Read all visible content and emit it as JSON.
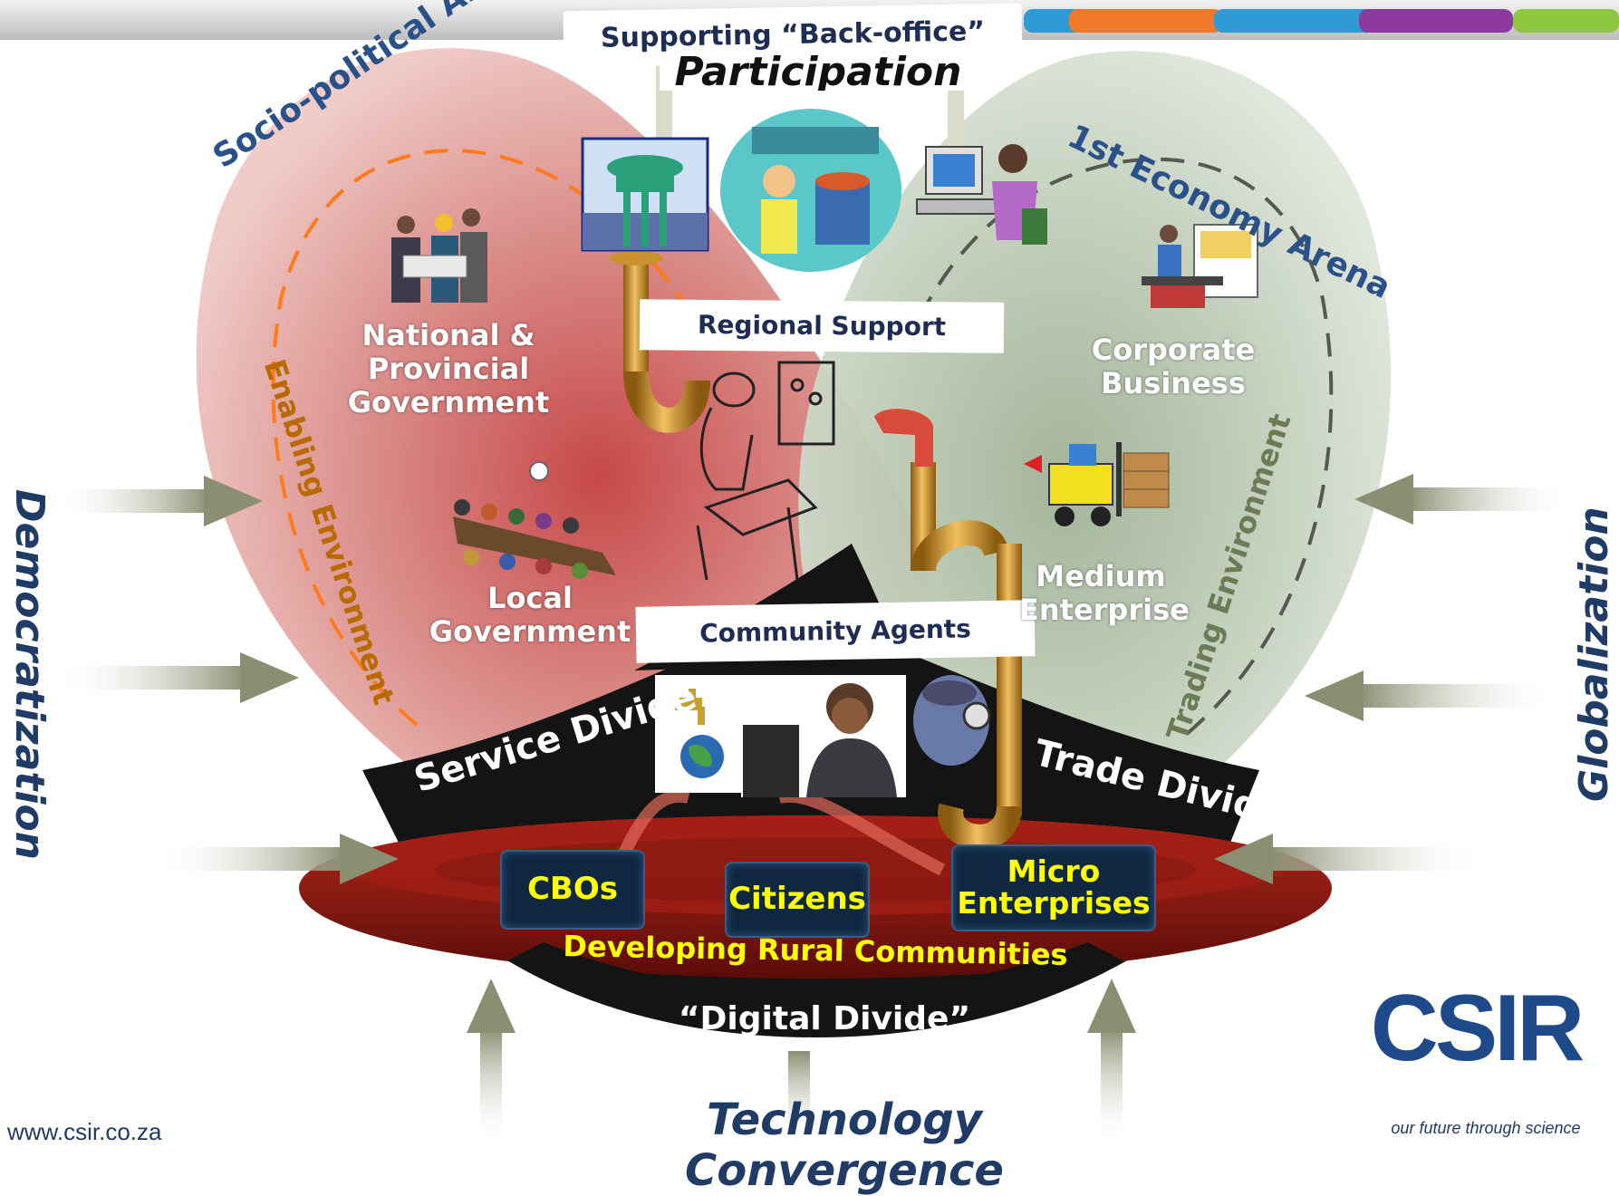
{
  "top_banner": {
    "label": "Supporting “Back-office”",
    "participation": "Participation"
  },
  "regional_support": "Regional Support",
  "community_agents": "Community Agents",
  "arenas": {
    "left": "Socio-political Arena",
    "right": "1st Economy Arena"
  },
  "environments": {
    "enabling": "Enabling Environment",
    "trading": "Trading Environment"
  },
  "actors": {
    "national": [
      "National &",
      "Provincial",
      "Government"
    ],
    "local": [
      "Local",
      "Government"
    ],
    "corporate": [
      "Corporate",
      "Business"
    ],
    "medium": [
      "Medium",
      "Enterprise"
    ]
  },
  "divides": {
    "service": "Service Divide",
    "trade": "Trade Divide",
    "digital": "“Digital Divide”"
  },
  "community_boxes": {
    "cbos": "CBOs",
    "citizens": "Citizens",
    "micro": [
      "Micro",
      "Enterprises"
    ]
  },
  "base_label": "Developing Rural Communities",
  "forces": {
    "left": "Democratization",
    "right": "Globalization",
    "bottom": "Technology Convergence"
  },
  "footer": {
    "url": "www.csir.co.za",
    "logo": "CSIR",
    "tagline": "our future through science"
  },
  "colors": {
    "left_arena": "#cf6a6a",
    "right_arena": "#b9c7b0",
    "title_blue": "#2a5188",
    "box_text": "#ffff00",
    "base_red": "#8a1a12",
    "divide_black": "#141414"
  },
  "icons": [
    "water-tower-icon",
    "factory-worker-icon",
    "computer-user-icon",
    "business-people-icon",
    "meeting-table-icon",
    "worker-machine-icon",
    "pipe-icon",
    "tap-icon",
    "forklift-icon",
    "office-worker-icon",
    "detective-icon",
    "laptop-woman-photo"
  ]
}
